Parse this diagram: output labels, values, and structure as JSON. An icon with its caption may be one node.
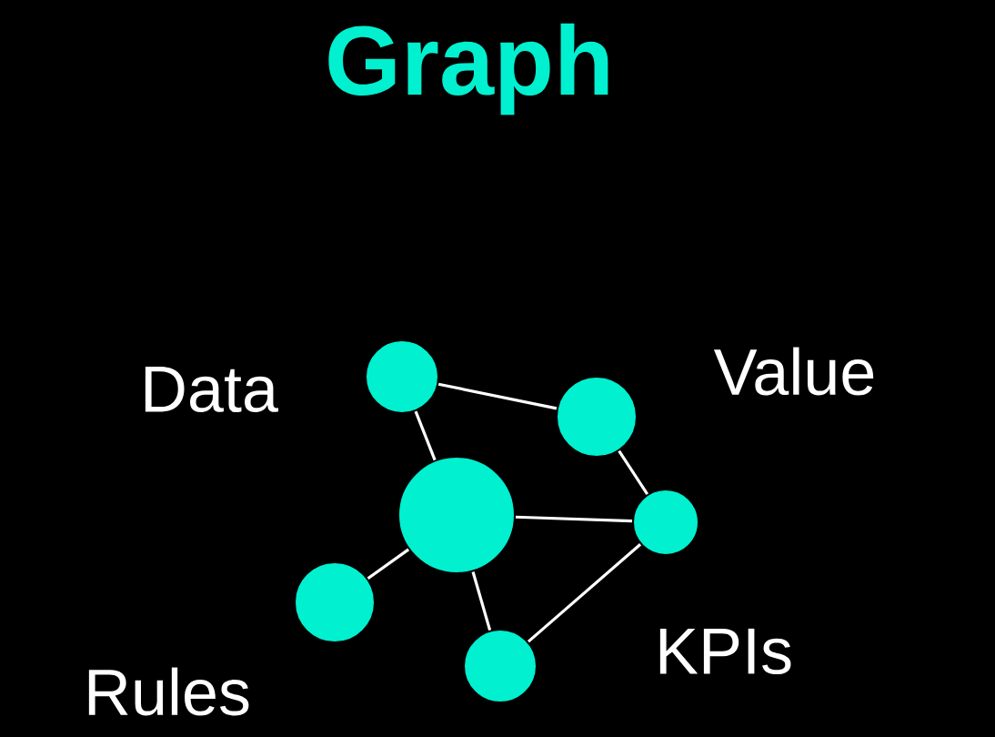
{
  "diagram": {
    "title": "Graph",
    "nodes": [
      {
        "text": [],
        "shape": "circle"
      },
      {
        "text": [],
        "shape": "circle"
      },
      {
        "text": [],
        "shape": "circle"
      },
      {
        "text": [],
        "shape": "circle"
      },
      {
        "text": [],
        "shape": "circle"
      },
      {
        "text": [],
        "shape": "circle"
      }
    ],
    "edges": [
      {
        "from": 0,
        "to": 1,
        "arrow": "none"
      },
      {
        "from": 0,
        "to": 2,
        "arrow": "none"
      },
      {
        "from": 1,
        "to": 3,
        "arrow": "none"
      },
      {
        "from": 2,
        "to": 3,
        "arrow": "none"
      },
      {
        "from": 2,
        "to": 4,
        "arrow": "none"
      },
      {
        "from": 2,
        "to": 5,
        "arrow": "none"
      },
      {
        "from": 3,
        "to": 5,
        "arrow": "none"
      }
    ],
    "labels": [
      "Data",
      "Value",
      "KPIs",
      "Rules"
    ]
  }
}
